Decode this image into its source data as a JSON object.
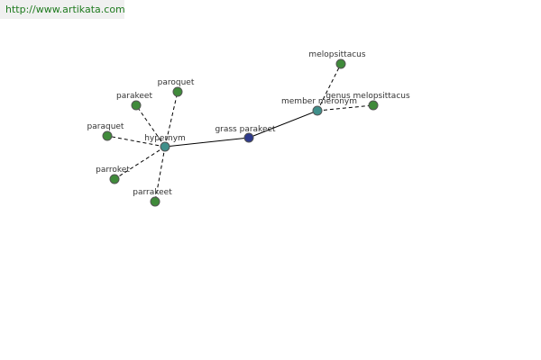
{
  "site_url": "http://www.artikata.com",
  "colors": {
    "banner_bg": "#f0f0f0",
    "url_text": "#1e7a1e",
    "center_node": "#2e3a8c",
    "relation_node": "#3f8f8a",
    "leaf_node": "#3f8a3a",
    "edge": "#000000",
    "label": "#333333"
  },
  "graph": {
    "center": {
      "id": "grass-parakeet",
      "label": "grass parakeet"
    },
    "relations": [
      {
        "id": "hypernym",
        "label": "hypernym"
      },
      {
        "id": "member-meronym",
        "label": "member meronym"
      }
    ],
    "leaves": [
      {
        "id": "paroquet",
        "label": "paroquet",
        "relation": "hypernym"
      },
      {
        "id": "parakeet",
        "label": "parakeet",
        "relation": "hypernym"
      },
      {
        "id": "paraquet",
        "label": "paraquet",
        "relation": "hypernym"
      },
      {
        "id": "parroket",
        "label": "parroket",
        "relation": "hypernym"
      },
      {
        "id": "parrakeet",
        "label": "parrakeet",
        "relation": "hypernym"
      },
      {
        "id": "melopsittacus",
        "label": "melopsittacus",
        "relation": "member-meronym"
      },
      {
        "id": "genus-melopsittacus",
        "label": "genus melopsittacus",
        "relation": "member-meronym"
      }
    ]
  }
}
